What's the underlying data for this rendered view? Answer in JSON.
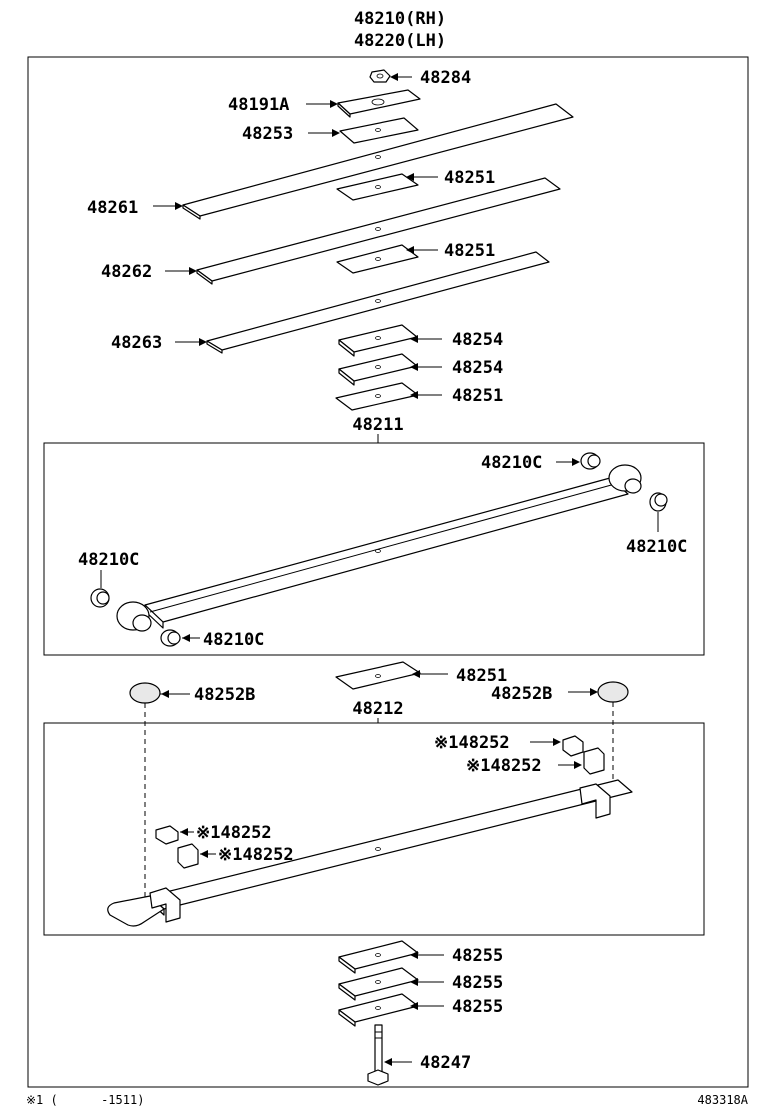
{
  "title": {
    "line1": "48210(RH)",
    "line2": "48220(LH)"
  },
  "labels": {
    "p48284": "48284",
    "p48191a": "48191A",
    "p48253": "48253",
    "p48251_top": "48251",
    "p48261": "48261",
    "p48251_mid": "48251",
    "p48262": "48262",
    "p48263": "48263",
    "p48254_a": "48254",
    "p48254_b": "48254",
    "p48251_low": "48251",
    "p48211": "48211",
    "p48210c_tr": "48210C",
    "p48210c_r": "48210C",
    "p48210c_l": "48210C",
    "p48210c_bl": "48210C",
    "p48251_sep": "48251",
    "p48252b_l": "48252B",
    "p48252b_r": "48252B",
    "p48212": "48212",
    "p48252_r1": "※148252",
    "p48252_r2": "※148252",
    "p48252_l1": "※148252",
    "p48252_l2": "※148252",
    "p48255_a": "48255",
    "p48255_b": "48255",
    "p48255_c": "48255",
    "p48247": "48247"
  },
  "footer": {
    "note": "※1 (      -1511)",
    "code": "483318A"
  }
}
